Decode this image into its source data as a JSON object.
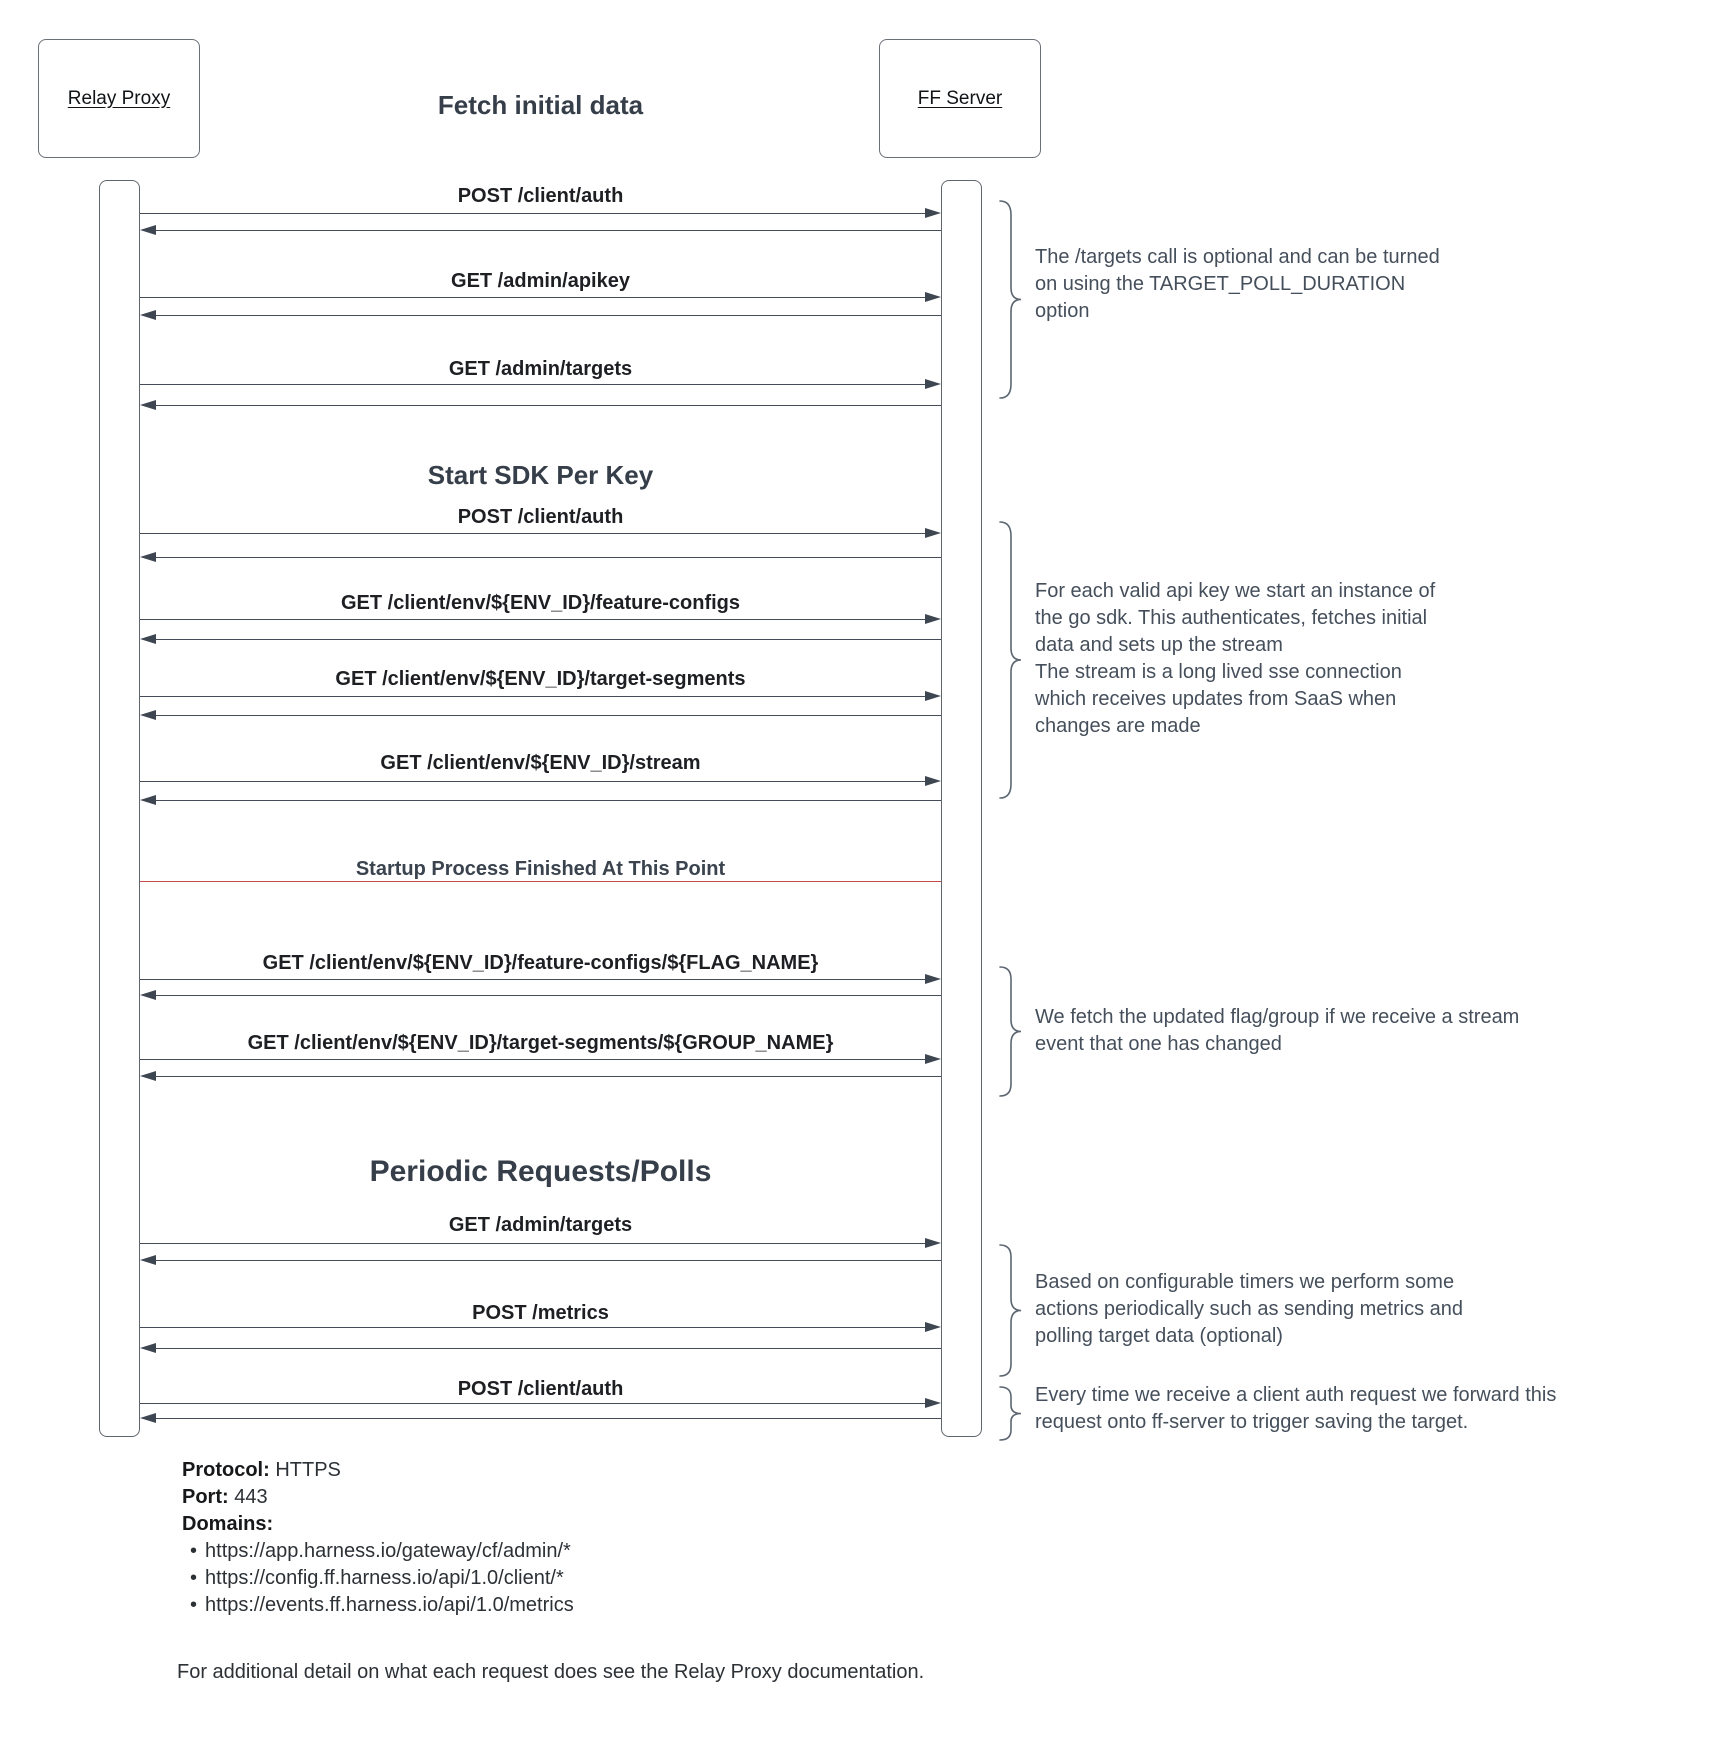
{
  "actors": {
    "left": "Relay Proxy",
    "right": "FF Server"
  },
  "sections": {
    "fetch_initial_data": "Fetch initial data",
    "start_sdk_per_key": "Start SDK Per Key",
    "periodic_requests": "Periodic Requests/Polls"
  },
  "separator": {
    "label": "Startup Process Finished At This Point",
    "color": "#c84b4b"
  },
  "messages": [
    {
      "label": "POST /client/auth"
    },
    {
      "label": "GET /admin/apikey"
    },
    {
      "label": "GET /admin/targets"
    },
    {
      "label": "POST /client/auth"
    },
    {
      "label": "GET /client/env/${ENV_ID}/feature-configs"
    },
    {
      "label": "GET /client/env/${ENV_ID}/target-segments"
    },
    {
      "label": "GET /client/env/${ENV_ID}/stream"
    },
    {
      "label": "GET /client/env/${ENV_ID}/feature-configs/${FLAG_NAME}"
    },
    {
      "label": "GET /client/env/${ENV_ID}/target-segments/${GROUP_NAME}"
    },
    {
      "label": "GET /admin/targets"
    },
    {
      "label": "POST /metrics"
    },
    {
      "label": "POST /client/auth"
    }
  ],
  "annotations": [
    {
      "lines": [
        "The /targets call is optional and can be turned",
        "on using the TARGET_POLL_DURATION",
        "option"
      ]
    },
    {
      "lines": [
        "For each valid api key we start an instance of",
        "the go sdk. This authenticates, fetches initial",
        "data and sets up the stream",
        "The stream is a long lived sse connection",
        "which receives updates from SaaS when",
        "changes are made"
      ]
    },
    {
      "lines": [
        "We fetch the updated flag/group if we receive a stream",
        "event that one has changed"
      ]
    },
    {
      "lines": [
        "Based on configurable timers we perform some",
        "actions periodically such as sending metrics and",
        "polling target data (optional)"
      ]
    },
    {
      "lines": [
        "Every time we receive a client auth request we forward this",
        "request onto ff-server to trigger saving the target."
      ]
    }
  ],
  "footer": {
    "protocol_label": "Protocol:",
    "protocol_value": "HTTPS",
    "port_label": "Port:",
    "port_value": "443",
    "domains_label": "Domains:",
    "bullet": "•",
    "domains": [
      "https://app.harness.io/gateway/cf/admin/*",
      "https://config.ff.harness.io/api/1.0/client/*",
      "https://events.ff.harness.io/api/1.0/metrics"
    ],
    "note": "For additional detail on what each request does see the Relay Proxy documentation."
  },
  "colors": {
    "arrow": "#3e4652",
    "border": "#60666e",
    "label_text": "#1d1f23",
    "annotation_text": "#454f5b",
    "separator_red": "#c84b4b"
  }
}
